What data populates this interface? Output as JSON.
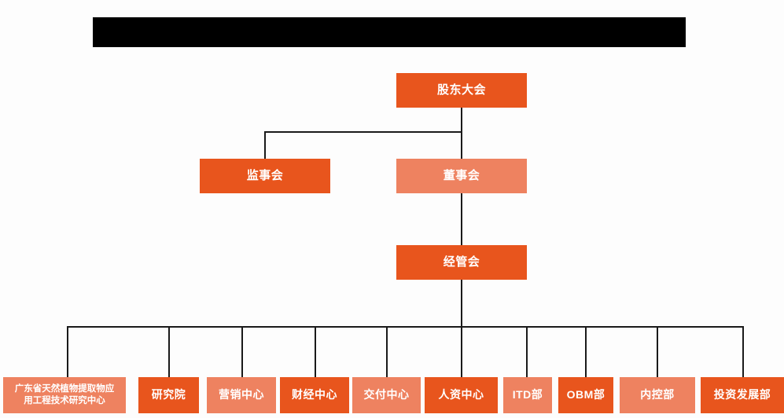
{
  "diagram": {
    "type": "organization-chart",
    "title_bar": {
      "label": "",
      "state": "redacted",
      "color": "#000000"
    },
    "colors": {
      "accent_dark": "#e8551d",
      "accent_light": "#ee8260",
      "connector": "#1a1a1a",
      "background": "#fdfdfd",
      "text": "#ffffff"
    },
    "levels": {
      "level1": {
        "nodes": [
          {
            "id": "shareholders",
            "label": "股东大会",
            "tone": "dark"
          }
        ]
      },
      "level2": {
        "nodes": [
          {
            "id": "supervisors",
            "label": "监事会",
            "tone": "dark"
          },
          {
            "id": "directors",
            "label": "董事会",
            "tone": "light"
          }
        ]
      },
      "level3": {
        "nodes": [
          {
            "id": "management",
            "label": "经管会",
            "tone": "dark"
          }
        ]
      },
      "level4": {
        "nodes": [
          {
            "id": "research-center",
            "label": "广东省天然植物提取物应\n用工程技术研究中心",
            "tone": "light"
          },
          {
            "id": "institute",
            "label": "研究院",
            "tone": "dark"
          },
          {
            "id": "marketing-center",
            "label": "营销中心",
            "tone": "light"
          },
          {
            "id": "finance-center",
            "label": "财经中心",
            "tone": "dark"
          },
          {
            "id": "delivery-center",
            "label": "交付中心",
            "tone": "light"
          },
          {
            "id": "hr-center",
            "label": "人资中心",
            "tone": "dark"
          },
          {
            "id": "itd-department",
            "label": "ITD部",
            "tone": "light"
          },
          {
            "id": "obm-department",
            "label": "OBM部",
            "tone": "dark"
          },
          {
            "id": "internal-control-department",
            "label": "内控部",
            "tone": "light"
          },
          {
            "id": "investment-development-department",
            "label": "投资发展部",
            "tone": "dark"
          }
        ]
      }
    }
  }
}
